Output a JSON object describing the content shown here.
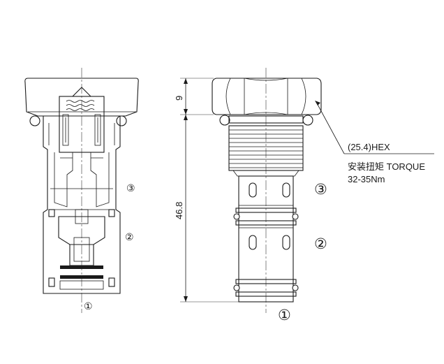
{
  "left_view": {
    "ports": [
      "③",
      "②",
      "①"
    ]
  },
  "right_view": {
    "dims": {
      "hex_height": "9",
      "total_length": "46.8"
    },
    "ports": [
      "③",
      "②",
      "①"
    ],
    "callout": {
      "hex": "(25.4)HEX",
      "torque_label": "安装扭矩 TORQUE",
      "torque_value": "32-35Nm"
    }
  }
}
